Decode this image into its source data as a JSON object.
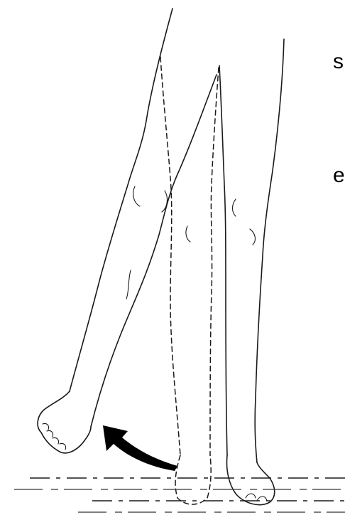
{
  "edge_text": {
    "top": "s",
    "middle": "e"
  },
  "illustration": {
    "ink_color": "#1a1a1a",
    "arrow_color": "#000000",
    "background_color": "#ffffff",
    "icon": "leg-abduction-illustration"
  }
}
